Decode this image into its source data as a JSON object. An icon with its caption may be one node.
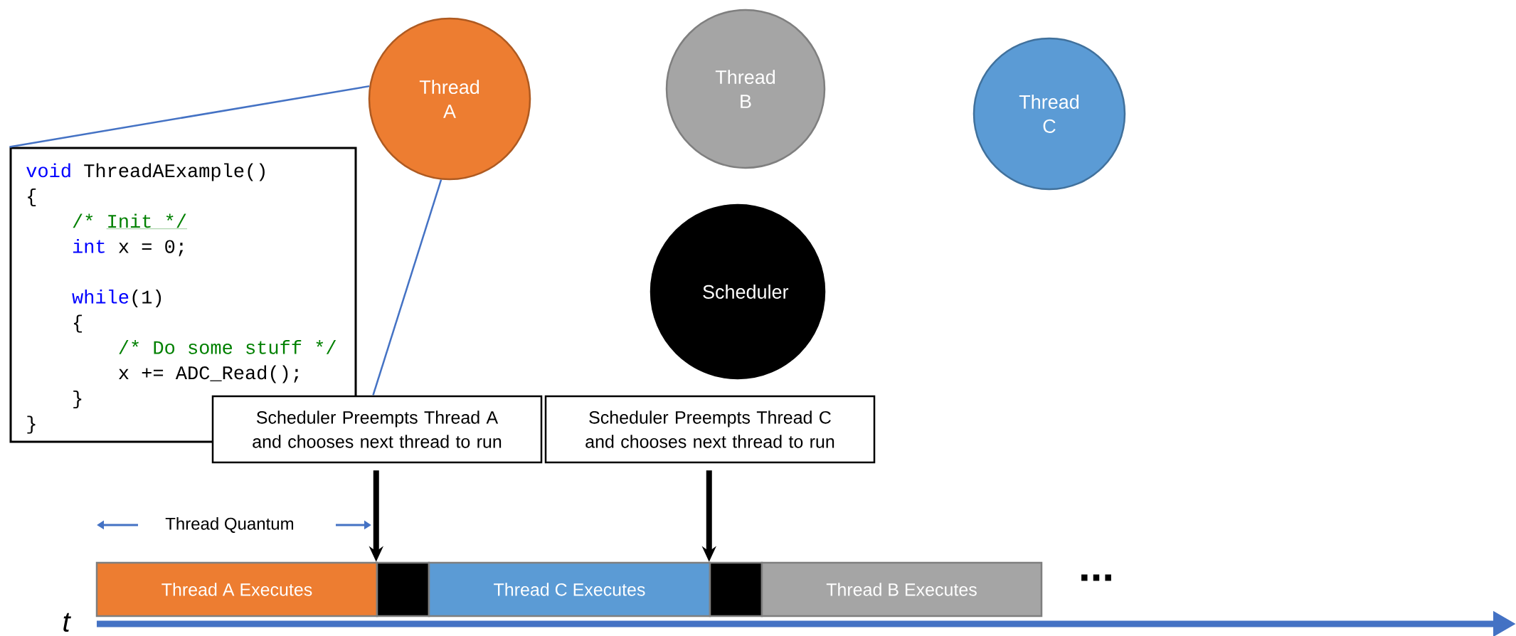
{
  "diagram": {
    "nodes": [
      {
        "text": [
          "Thread A"
        ]
      },
      {
        "text": [
          "Thread B"
        ]
      },
      {
        "text": [
          "Thread C"
        ]
      },
      {
        "text": [
          "Scheduler"
        ]
      },
      {
        "text": [
          "void",
          "ThreadAExample()",
          "{",
          "/*",
          "Init */",
          "int",
          "x = 0;",
          "while",
          "(1)",
          "{",
          "/* Do some stuff */",
          "x += ADC_Read();",
          "}",
          "}"
        ]
      },
      {
        "text": [
          "Scheduler Preempts Thread A and chooses next thread to run"
        ]
      },
      {
        "text": [
          "Scheduler Preempts Thread C and chooses next thread to run"
        ]
      },
      {
        "text": [
          "Thread A Executes"
        ]
      },
      {
        "text": [],
        "shape": "box"
      },
      {
        "text": [
          "Thread C Executes"
        ]
      },
      {
        "text": [],
        "shape": "box"
      },
      {
        "text": [
          "Thread B Executes"
        ]
      }
    ],
    "edges": [
      {
        "from": 4,
        "to": 0,
        "arrow": "none",
        "color": "#4472c4"
      },
      {
        "from": 4,
        "to": 0,
        "arrow": "none",
        "color": "#4472c4"
      },
      {
        "from": 5,
        "to": 8,
        "arrow": "to",
        "style": "thick",
        "color": "#000000"
      },
      {
        "from": 6,
        "to": 10,
        "arrow": "to",
        "style": "thick",
        "color": "#000000"
      }
    ],
    "labels": [
      "Thread Quantum",
      "...",
      "t"
    ]
  }
}
